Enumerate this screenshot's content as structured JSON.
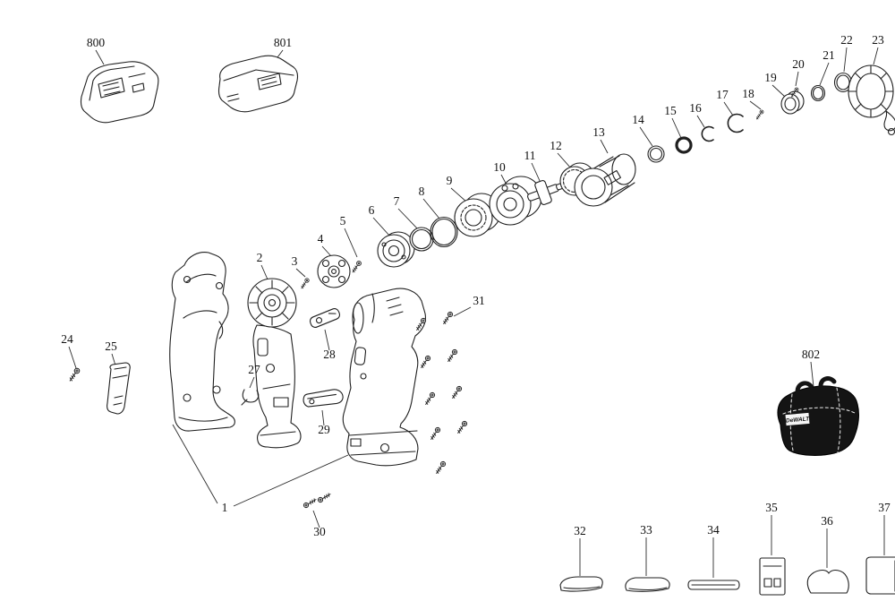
{
  "diagram": {
    "background": "#ffffff",
    "line_color": "#1f1f1f",
    "label_color": "#111111",
    "bag": {
      "label": "DeWALT",
      "fill": "#141414"
    },
    "parts": {
      "n1": "1",
      "n2": "2",
      "n3": "3",
      "n4": "4",
      "n5": "5",
      "n6": "6",
      "n7": "7",
      "n8": "8",
      "n9": "9",
      "n10": "10",
      "n11": "11",
      "n12": "12",
      "n13": "13",
      "n14": "14",
      "n15": "15",
      "n16": "16",
      "n17": "17",
      "n18": "18",
      "n19": "19",
      "n20": "20",
      "n21": "21",
      "n22": "22",
      "n23": "23",
      "n24": "24",
      "n25": "25",
      "n27": "27",
      "n28": "28",
      "n29": "29",
      "n30": "30",
      "n31": "31",
      "n32": "32",
      "n33": "33",
      "n34": "34",
      "n35": "35",
      "n36": "36",
      "n37": "37",
      "n800": "800",
      "n801": "801",
      "n802": "802"
    }
  }
}
